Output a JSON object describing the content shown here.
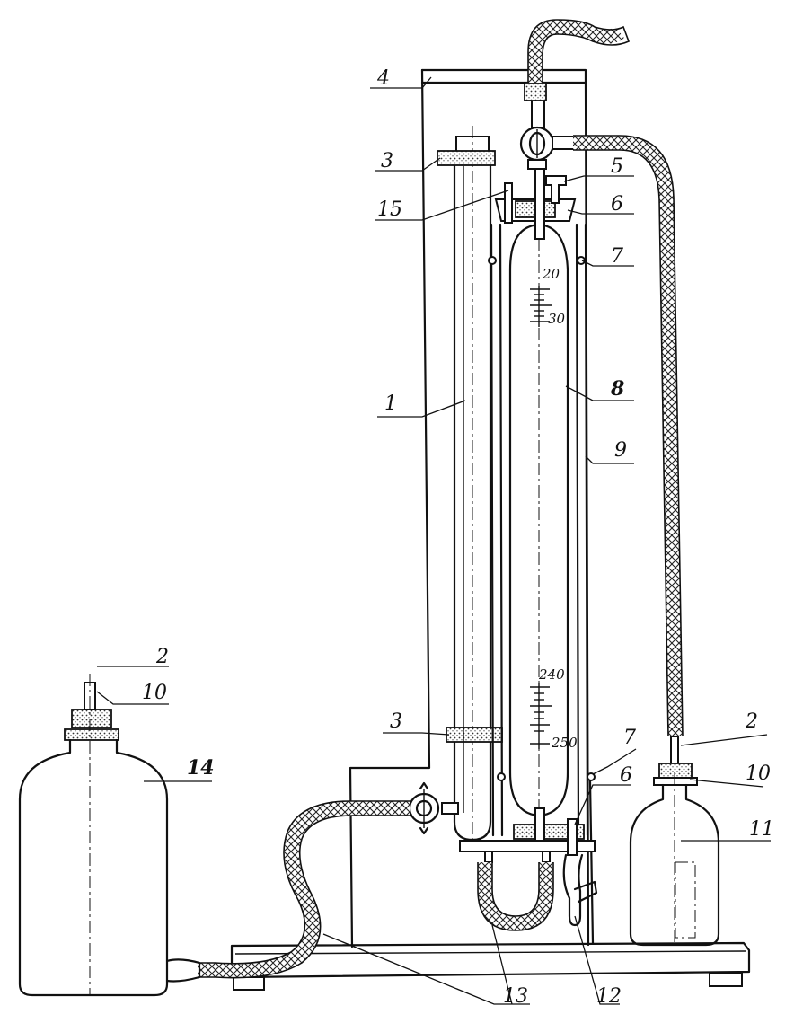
{
  "labels": {
    "l1": "1",
    "l2a": "2",
    "l2b": "2",
    "l3a": "3",
    "l3b": "3",
    "l4": "4",
    "l5": "5",
    "l6a": "6",
    "l6b": "6",
    "l7a": "7",
    "l7b": "7",
    "l8": "8",
    "l9": "9",
    "l10a": "10",
    "l10b": "10",
    "l11": "11",
    "l12": "12",
    "l13": "13",
    "l14": "14",
    "l15": "15"
  },
  "scale_marks": {
    "s20": "20",
    "s30": "30",
    "s240": "240",
    "s250": "250"
  }
}
